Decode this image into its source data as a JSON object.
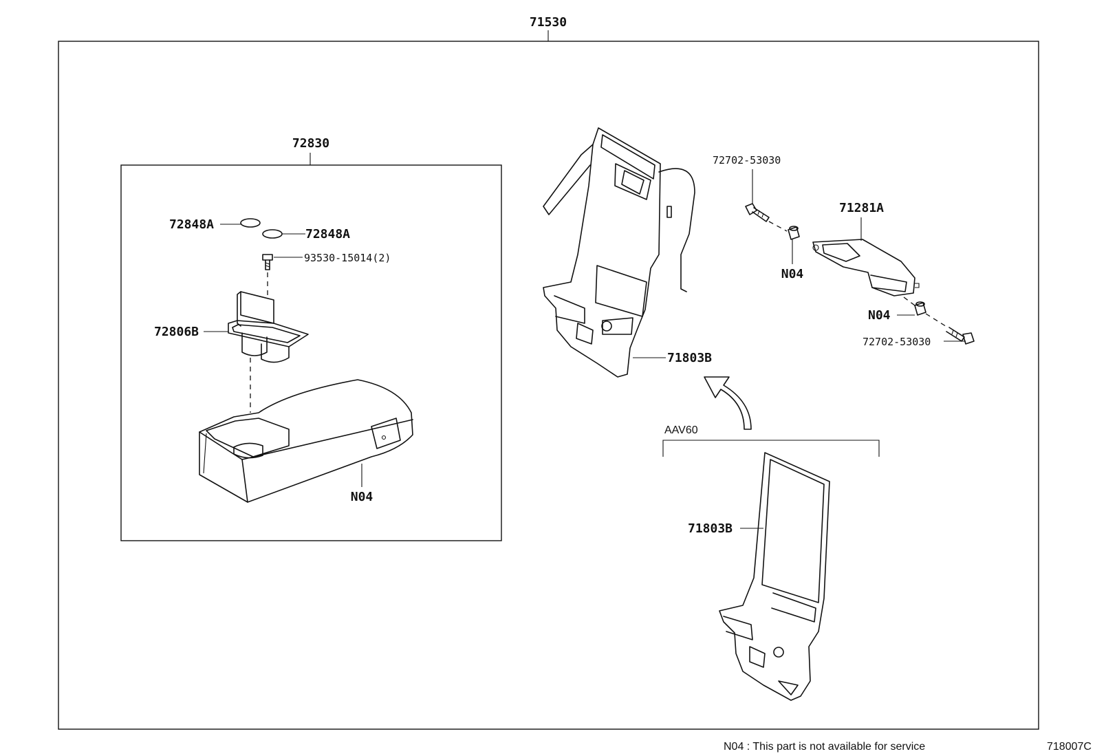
{
  "labels": {
    "top_assembly": "71530",
    "sub_assembly": "72830",
    "cap_a": "72848A",
    "cap_b": "72848A",
    "screw": "93530-15014(2)",
    "cup_holder": "72806B",
    "console_box": "N04",
    "bolt_top": "72702-53030",
    "bracket": "71281A",
    "bush_top": "N04",
    "bush_bottom": "N04",
    "bolt_bottom": "72702-53030",
    "panel_main": "71803B",
    "variant_code": "AAV60",
    "panel_variant": "71803B"
  },
  "footer": {
    "note": "N04 : This part is not available for service",
    "diagram_id": "718007C"
  }
}
